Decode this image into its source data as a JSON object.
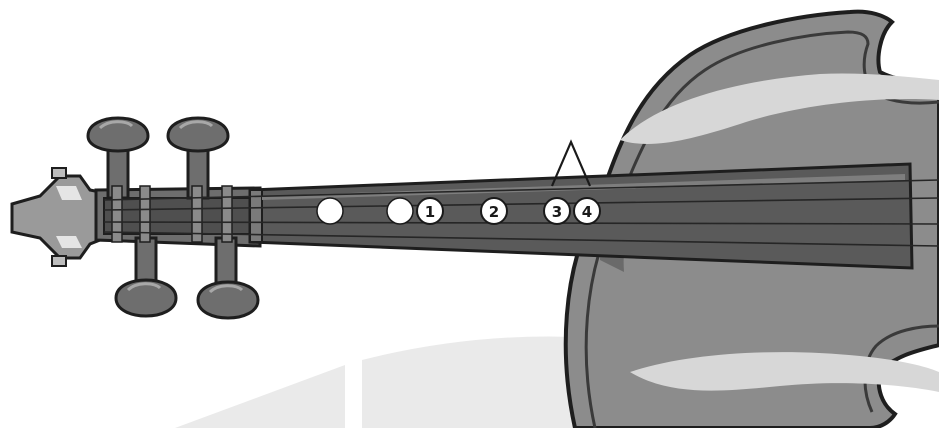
{
  "diagram": {
    "subject": "violin",
    "strings": 4,
    "colors": {
      "background": "#ffffff",
      "body": "#8c8c8c",
      "body_light": "#bcbcbc",
      "body_shadow": "#6a6a6a",
      "outline": "#1e1e1e",
      "fingerboard": "#5a5a5a",
      "peg": "#6e6e6e",
      "scroll": "#9a9a9a",
      "backdrop": "#eaeaea",
      "marker_fill": "#ffffff",
      "marker_stroke": "#1a1a1a"
    },
    "markers": [
      {
        "label": "",
        "kind": "open-note"
      },
      {
        "label": "",
        "kind": "open-note"
      },
      {
        "label": "1",
        "kind": "finger"
      },
      {
        "label": "2",
        "kind": "finger"
      },
      {
        "label": "3",
        "kind": "finger"
      },
      {
        "label": "4",
        "kind": "finger"
      }
    ],
    "markings": [
      {
        "kind": "caret",
        "spans": [
          "3",
          "4"
        ]
      }
    ]
  }
}
